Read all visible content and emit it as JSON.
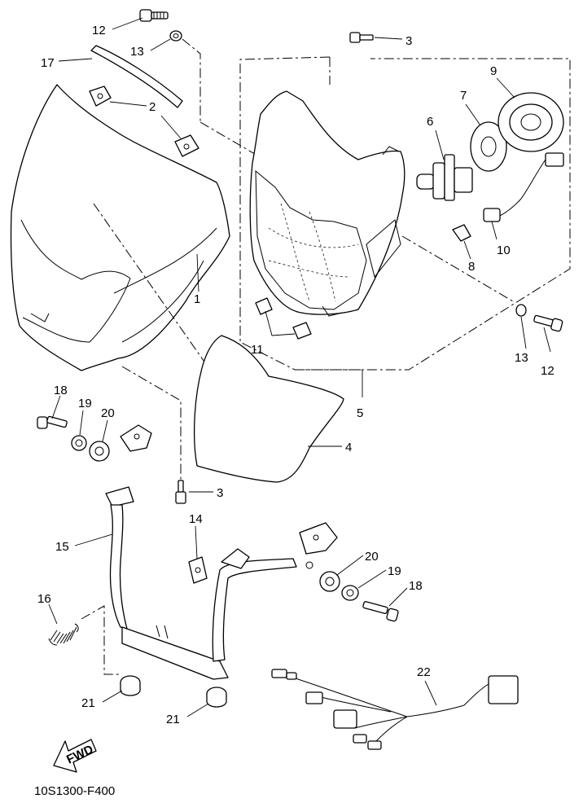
{
  "diagram": {
    "code": "10S1300-F400",
    "fwd_label": "FWD",
    "callouts": [
      {
        "id": "c1",
        "text": "1"
      },
      {
        "id": "c2",
        "text": "2"
      },
      {
        "id": "c3a",
        "text": "3"
      },
      {
        "id": "c3b",
        "text": "3"
      },
      {
        "id": "c4",
        "text": "4"
      },
      {
        "id": "c5",
        "text": "5"
      },
      {
        "id": "c6",
        "text": "6"
      },
      {
        "id": "c7",
        "text": "7"
      },
      {
        "id": "c8",
        "text": "8"
      },
      {
        "id": "c9",
        "text": "9"
      },
      {
        "id": "c10",
        "text": "10"
      },
      {
        "id": "c11",
        "text": "11"
      },
      {
        "id": "c12a",
        "text": "12"
      },
      {
        "id": "c12b",
        "text": "12"
      },
      {
        "id": "c13a",
        "text": "13"
      },
      {
        "id": "c13b",
        "text": "13"
      },
      {
        "id": "c14",
        "text": "14"
      },
      {
        "id": "c15",
        "text": "15"
      },
      {
        "id": "c16",
        "text": "16"
      },
      {
        "id": "c17",
        "text": "17"
      },
      {
        "id": "c18a",
        "text": "18"
      },
      {
        "id": "c18b",
        "text": "18"
      },
      {
        "id": "c19a",
        "text": "19"
      },
      {
        "id": "c19b",
        "text": "19"
      },
      {
        "id": "c20a",
        "text": "20"
      },
      {
        "id": "c20b",
        "text": "20"
      },
      {
        "id": "c21a",
        "text": "21"
      },
      {
        "id": "c21b",
        "text": "21"
      },
      {
        "id": "c22",
        "text": "22"
      }
    ]
  }
}
